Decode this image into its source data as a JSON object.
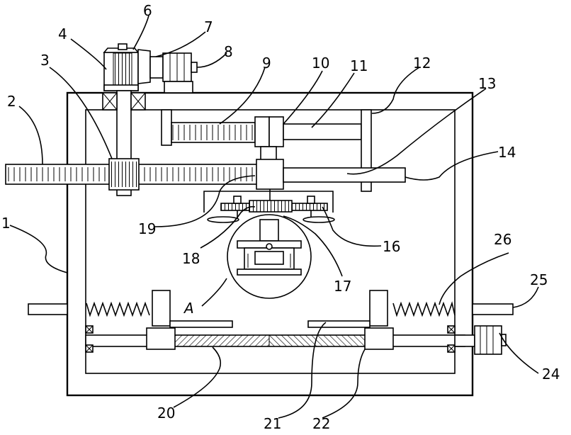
{
  "callouts": [
    {
      "id": "c1",
      "text": "1"
    },
    {
      "id": "c2",
      "text": "2"
    },
    {
      "id": "c3",
      "text": "3"
    },
    {
      "id": "c4",
      "text": "4"
    },
    {
      "id": "c6",
      "text": "6"
    },
    {
      "id": "c7",
      "text": "7"
    },
    {
      "id": "c8",
      "text": "8"
    },
    {
      "id": "c9",
      "text": "9"
    },
    {
      "id": "c10",
      "text": "10"
    },
    {
      "id": "c11",
      "text": "11"
    },
    {
      "id": "c12",
      "text": "12"
    },
    {
      "id": "c13",
      "text": "13"
    },
    {
      "id": "c14",
      "text": "14"
    },
    {
      "id": "c16",
      "text": "16"
    },
    {
      "id": "c17",
      "text": "17"
    },
    {
      "id": "c18",
      "text": "18"
    },
    {
      "id": "c19",
      "text": "19"
    },
    {
      "id": "c20",
      "text": "20"
    },
    {
      "id": "c21",
      "text": "21"
    },
    {
      "id": "c22",
      "text": "22"
    },
    {
      "id": "c24",
      "text": "24"
    },
    {
      "id": "c25",
      "text": "25"
    },
    {
      "id": "c26",
      "text": "26"
    },
    {
      "id": "cA",
      "text": "A"
    }
  ]
}
